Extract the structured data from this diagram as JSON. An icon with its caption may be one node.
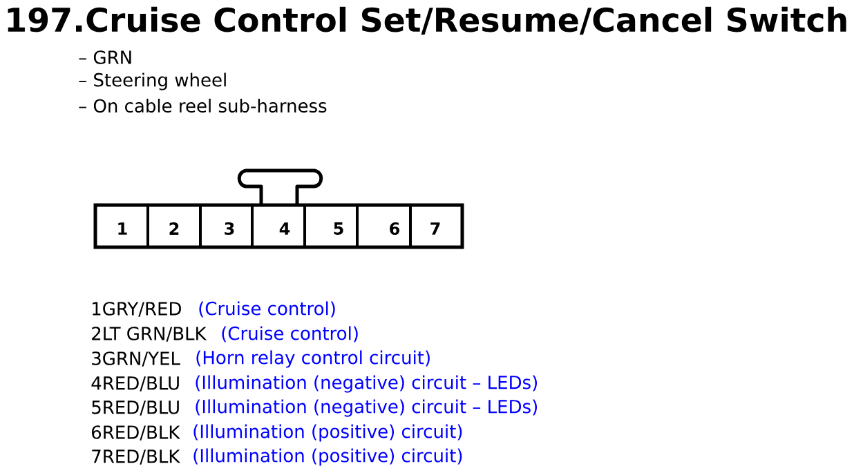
{
  "diagram": {
    "title": "197.Cruise Control Set/Resume/Cancel Switch",
    "nodes": [
      {
        "text": [],
        "shape": "box"
      },
      {
        "text": [
          "1"
        ],
        "in": 0
      },
      {
        "text": [
          "2"
        ],
        "in": 0
      },
      {
        "text": [
          "3"
        ],
        "in": 0
      },
      {
        "text": [
          "4"
        ],
        "in": 0
      },
      {
        "text": [
          "5"
        ],
        "in": 0
      },
      {
        "text": [
          "6"
        ],
        "in": 0
      },
      {
        "text": [
          "7"
        ],
        "in": 0
      }
    ],
    "labels": [
      "– GRN",
      "– Steering wheel",
      "– On cable reel sub-harness",
      "1GRY/RED",
      "(Cruise control)",
      "2LT GRN/BLK",
      "(Cruise control)",
      "3GRN/YEL",
      "(Horn relay control circuit)",
      "4RED/BLU",
      "(Illumination (negative) circuit – LEDs)",
      "5RED/BLU",
      "(Illumination (negative) circuit – LEDs)",
      "6RED/BLK",
      "(Illumination (positive) circuit)",
      "7RED/BLK",
      "(Illumination (positive) circuit)"
    ]
  }
}
